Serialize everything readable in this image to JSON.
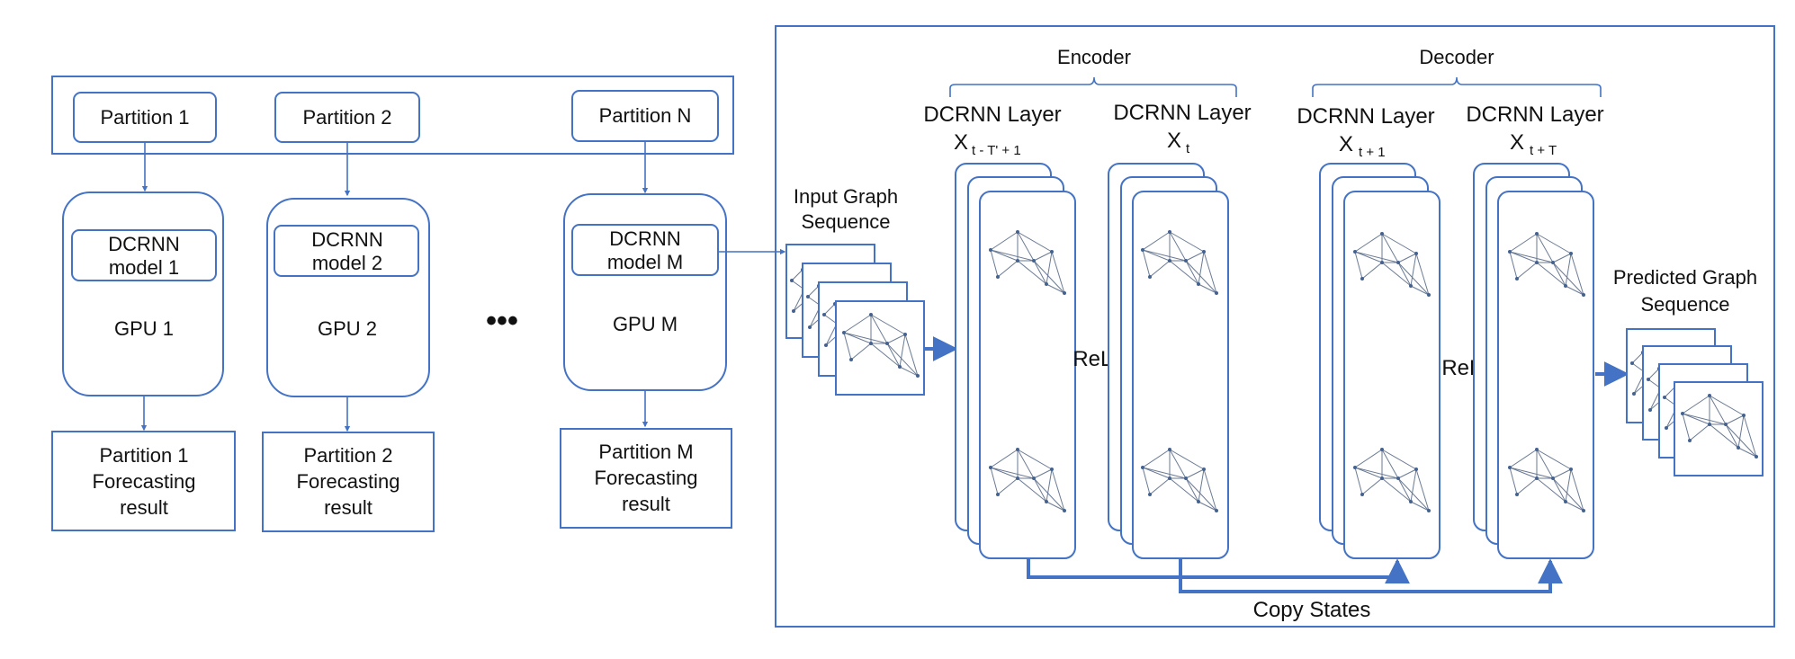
{
  "partitions": {
    "p1": "Partition 1",
    "p2": "Partition 2",
    "pn": "Partition N"
  },
  "gpus": [
    {
      "model_line1": "DCRNN",
      "model_line2": "model 1",
      "gpu": "GPU 1"
    },
    {
      "model_line1": "DCRNN",
      "model_line2": "model 2",
      "gpu": "GPU 2"
    },
    {
      "model_line1": "DCRNN",
      "model_line2": "model M",
      "gpu": "GPU M"
    }
  ],
  "results": [
    {
      "line1": "Partition 1",
      "line2": "Forecasting",
      "line3": "result"
    },
    {
      "line1": "Partition 2",
      "line2": "Forecasting",
      "line3": "result"
    },
    {
      "line1": "Partition M",
      "line2": "Forecasting",
      "line3": "result"
    }
  ],
  "ellipsis": "•••",
  "pipeline": {
    "input_line1": "Input Graph",
    "input_line2": "Sequence",
    "encoder": "Encoder",
    "decoder": "Decoder",
    "layer_label": "DCRNN Layer",
    "x": "X",
    "sub1": "t - T' + 1",
    "sub2": "t",
    "sub3": "t + 1",
    "sub4": "t + T",
    "relu": "ReLU",
    "predicted_line1": "Predicted Graph",
    "predicted_line2": "Sequence",
    "copy_states": "Copy States"
  },
  "colors": {
    "accent": "#4472c4"
  }
}
